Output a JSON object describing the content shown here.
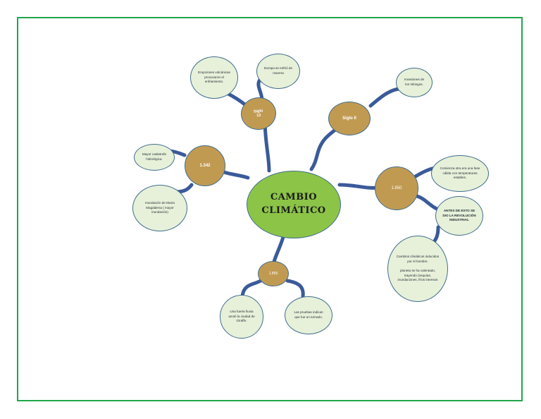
{
  "center": {
    "title": "CAMBIO\nCLIMÁTICO"
  },
  "hubs": {
    "siglo13": "Siglo\n13",
    "siglo2": "Siglo II",
    "h1342": "1.342",
    "h1850": "1.850",
    "h1856": "1.856"
  },
  "leaves": {
    "erupciones": "Erupciones volcánicas provocaron el enfriamiento.",
    "europa": "Europa se enfrió de manera",
    "invasiones": "Invasiones de los Vikingos.",
    "mayor_catastrofe": "Mayor catástrofe hidrológica.",
    "inundacion": "Inundación de María Magdalena ( mayor inundación)",
    "comienza_era": "Comienza otra era una fase cálida con temperaturas estables.",
    "antes": "ANTES DE ESTO SE DIO LA REVOLUCIÓN INDUSTRIAL",
    "cambios": "Cambios climáticos inducidos por el hombre.\n\nplaneta se ha calentado, trayendo (sequías, inundaciones, fríos intensos",
    "fuerte_lluvia": "Una fuerte lluvia azotó la ciudad de Giraffe.",
    "pruebas": "Las pruebas indican que fue un tornado."
  }
}
